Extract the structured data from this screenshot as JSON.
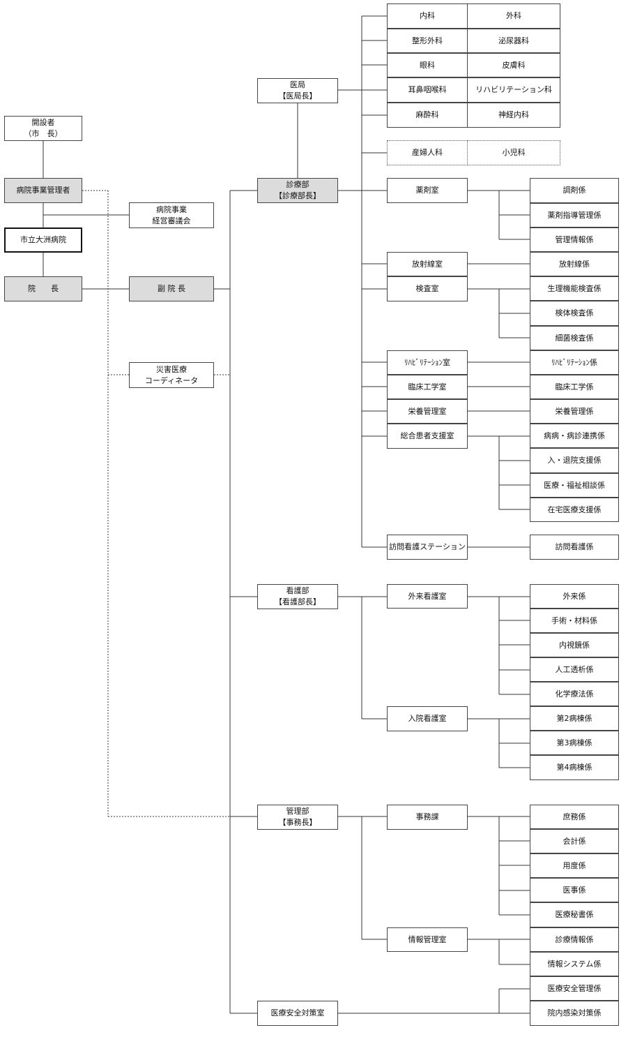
{
  "colors": {
    "line": "#333333",
    "shaded": "#dcdcdc",
    "border": "#444444"
  },
  "boxes": {
    "founder": [
      "開設者",
      "（市　長）"
    ],
    "manager": [
      "病院事業管理者"
    ],
    "council": [
      "病院事業",
      "経営審議会"
    ],
    "hospital": [
      "市立大洲病院"
    ],
    "director": [
      "院　　長"
    ],
    "vice_director": [
      "副 院 長"
    ],
    "disaster": [
      "災害医療",
      "コーディネータ"
    ],
    "ikyoku": [
      "医局",
      "【医局長】"
    ],
    "shinryo": [
      "診療部",
      "【診療部長】"
    ],
    "kango": [
      "看護部",
      "【看護部長】"
    ],
    "kanri": [
      "管理部",
      "【事務長】"
    ],
    "anzen_room": [
      "医療安全対策室"
    ],
    "naika": [
      "内科"
    ],
    "geka": [
      "外科"
    ],
    "seikei": [
      "整形外科"
    ],
    "hinyouki": [
      "泌尿器科"
    ],
    "ganka": [
      "眼科"
    ],
    "hifu": [
      "皮膚科"
    ],
    "jibi": [
      "耳鼻咽喉科"
    ],
    "reha_ka": [
      "リハビリテーション科"
    ],
    "masui": [
      "麻酔科"
    ],
    "shinkei": [
      "神経内科"
    ],
    "sanfu": [
      "産婦人科"
    ],
    "shoni": [
      "小児科"
    ],
    "yakuzai": [
      "薬剤室"
    ],
    "houshasen": [
      "放射線室"
    ],
    "kensa": [
      "検査室"
    ],
    "reha_room": [
      "ﾘﾊﾋﾞﾘﾃｰｼｮﾝ室"
    ],
    "rinsho_room": [
      "臨床工学室"
    ],
    "eiyo_room": [
      "栄養管理室"
    ],
    "sogo_room": [
      "総合患者支援室"
    ],
    "houmon_st": [
      "訪問看護ステーション"
    ],
    "chozai": [
      "調剤係"
    ],
    "yakuzai_shido": [
      "薬剤指導管理係"
    ],
    "kanri_joho": [
      "管理情報係"
    ],
    "houshasen_kakari": [
      "放射線係"
    ],
    "seiri": [
      "生理機能検査係"
    ],
    "kentai": [
      "検体検査係"
    ],
    "saikin": [
      "細菌検査係"
    ],
    "reha_kakari": [
      "ﾘﾊﾋﾞﾘﾃｰｼｮﾝ係"
    ],
    "rinsho_kakari": [
      "臨床工学係"
    ],
    "eiyo_kakari": [
      "栄養管理係"
    ],
    "renkei": [
      "病病・病診連携係"
    ],
    "nyutai": [
      "入・退院支援係"
    ],
    "fukushi": [
      "医療・福祉相談係"
    ],
    "zaitaku": [
      "在宅医療支援係"
    ],
    "houmon_kakari": [
      "訪問看護係"
    ],
    "gairai_room": [
      "外来看護室"
    ],
    "nyuin_room": [
      "入院看護室"
    ],
    "gairai": [
      "外来係"
    ],
    "shujutsu": [
      "手術・材料係"
    ],
    "naishikyo": [
      "内視鏡係"
    ],
    "touseki": [
      "人工透析係"
    ],
    "kagaku": [
      "化学療法係"
    ],
    "byoto2": [
      "第2病棟係"
    ],
    "byoto3": [
      "第3病棟係"
    ],
    "byoto4": [
      "第4病棟係"
    ],
    "jimu": [
      "事務課"
    ],
    "joho_room": [
      "情報管理室"
    ],
    "shomu": [
      "庶務係"
    ],
    "kaikei": [
      "会計係"
    ],
    "yodo": [
      "用度係"
    ],
    "iji": [
      "医事係"
    ],
    "hisho": [
      "医療秘書係"
    ],
    "shinryo_joho": [
      "診療情報係"
    ],
    "joho_system": [
      "情報システム係"
    ],
    "anzen_kanri": [
      "医療安全管理係"
    ],
    "kansen": [
      "院内感染対策係"
    ]
  }
}
